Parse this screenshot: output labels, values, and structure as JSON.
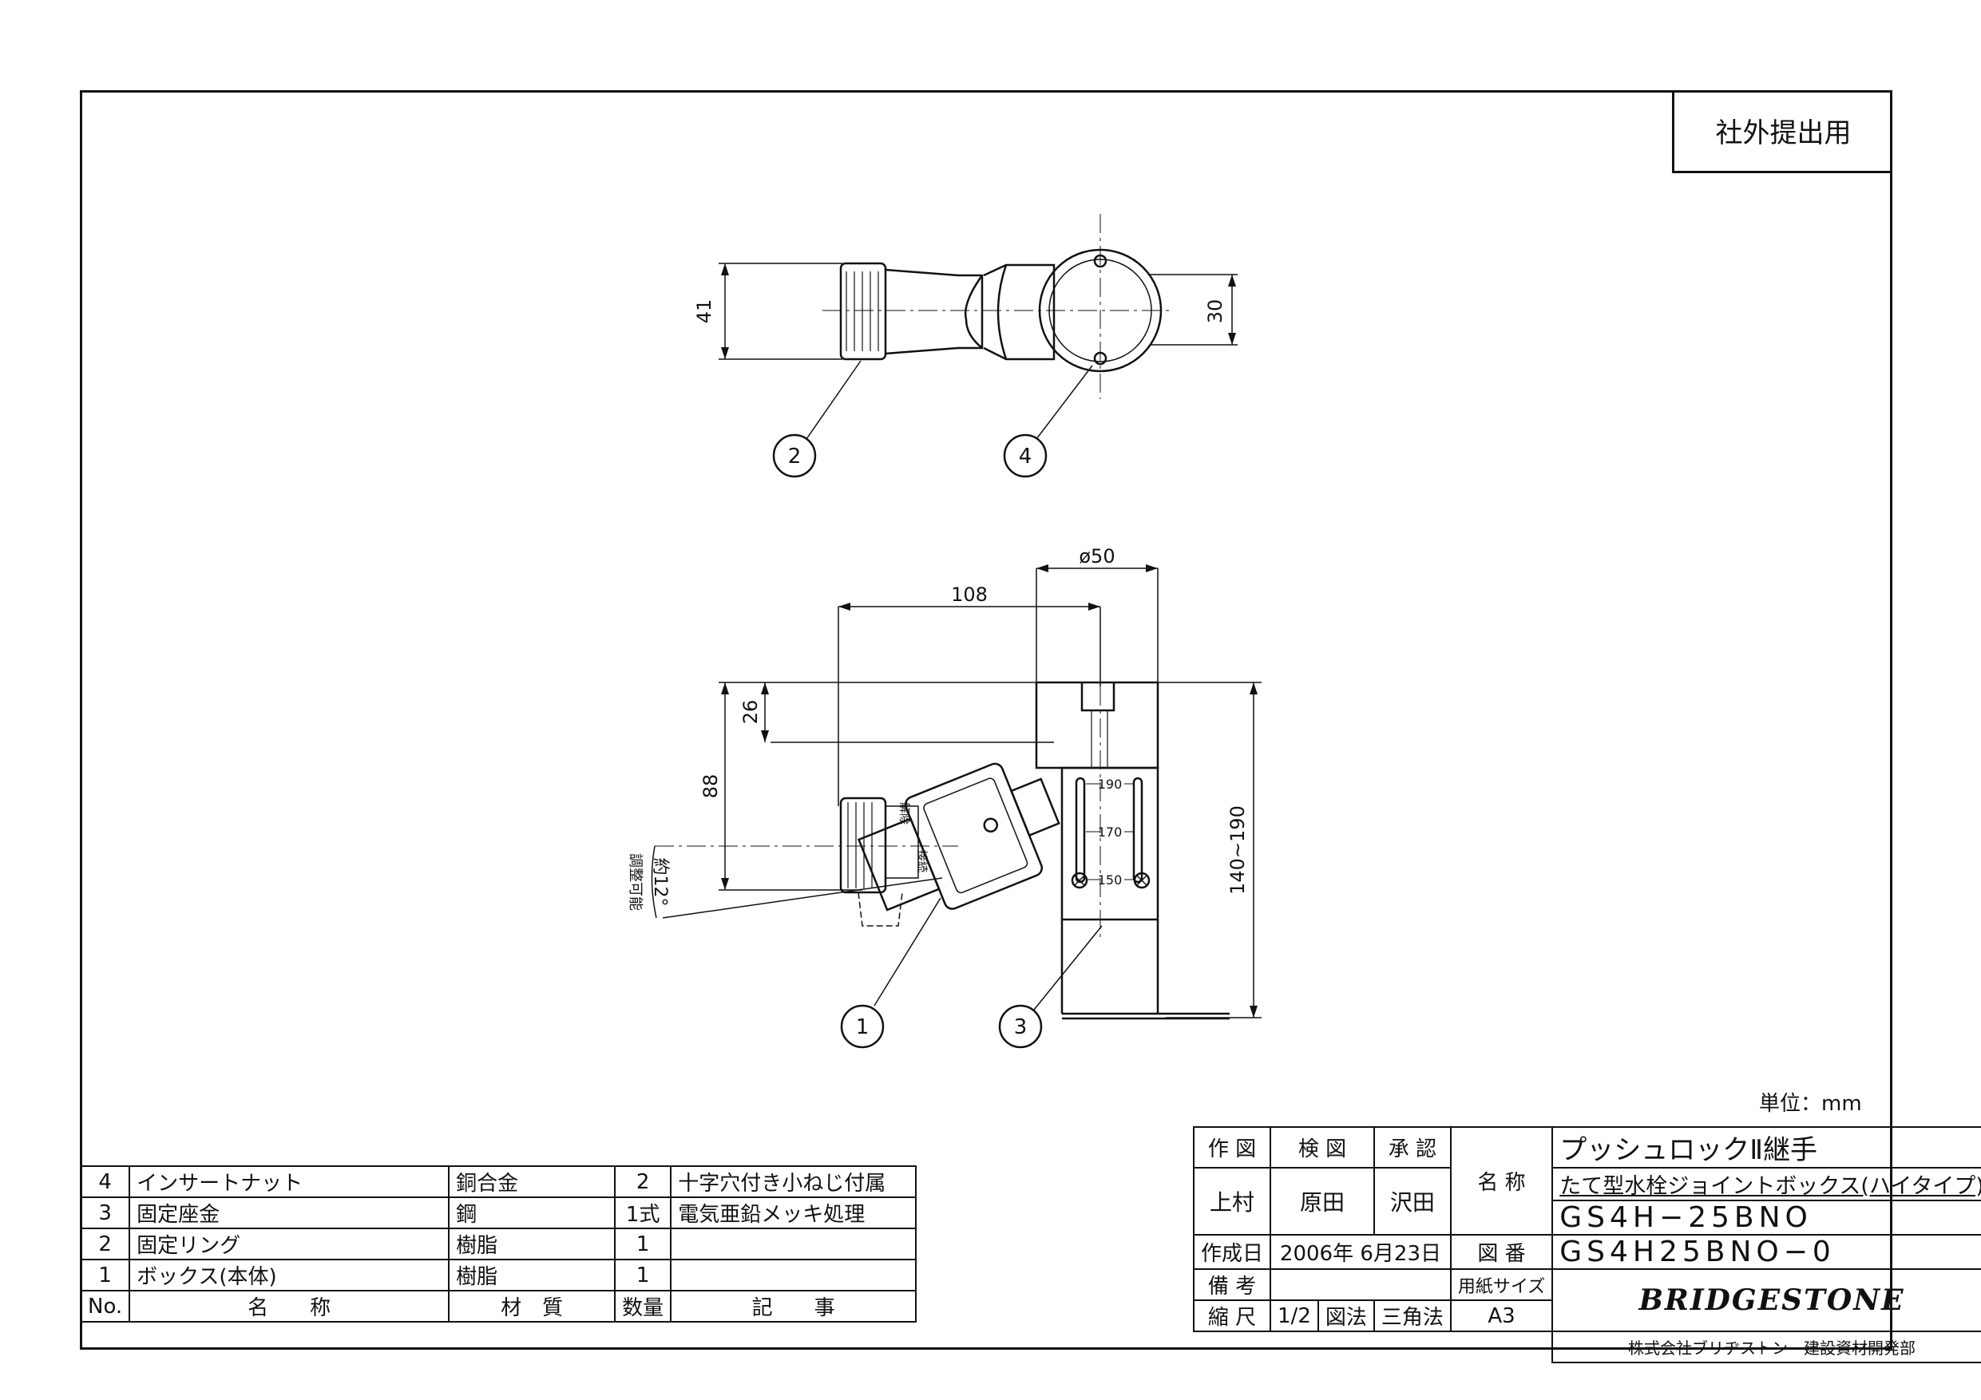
{
  "stamp_label": "社外提出用",
  "unit_label": "単位：mm",
  "callouts": [
    "1",
    "2",
    "3",
    "4"
  ],
  "dimensions": {
    "top_height": "41",
    "top_right": "30",
    "diameter": "ø50",
    "length": "108",
    "d26": "26",
    "d88": "88",
    "height_range": "140~190",
    "angle": "約12°",
    "angle_note": "調整可能",
    "scale_marks": [
      "190",
      "170",
      "150"
    ],
    "adjust_note_a": "解除",
    "adjust_note_b": "接続"
  },
  "parts_table": {
    "headers": [
      "No.",
      "名　　称",
      "材　質",
      "数量",
      "記　　事"
    ],
    "rows": [
      {
        "no": "4",
        "name": "インサートナット",
        "material": "銅合金",
        "qty": "2",
        "note": "十字穴付き小ねじ付属"
      },
      {
        "no": "3",
        "name": "固定座金",
        "material": "鋼",
        "qty": "1式",
        "note": "電気亜鉛メッキ処理"
      },
      {
        "no": "2",
        "name": "固定リング",
        "material": "樹脂",
        "qty": "1",
        "note": ""
      },
      {
        "no": "1",
        "name": "ボックス(本体)",
        "material": "樹脂",
        "qty": "1",
        "note": ""
      }
    ]
  },
  "title_block": {
    "drawn_label": "作 図",
    "checked_label": "検 図",
    "approved_label": "承 認",
    "drawn_by": "上村",
    "checked_by": "原田",
    "approved_by": "沢田",
    "name_label": "名 称",
    "title_line1": "プッシュロックⅡ継手",
    "title_line2": "たて型水栓ジョイントボックス(ハイタイプ)",
    "model": "GS4H−25BNO",
    "created_label": "作成日",
    "created_date": "2006年 6月23日",
    "drawing_no_label": "図 番",
    "drawing_no": "GS4H25BNO−0",
    "remarks_label": "備 考",
    "paper_label": "用紙サイズ",
    "scale_label": "縮 尺",
    "scale_value": "1/2",
    "method_label": "図法",
    "method_value": "三角法",
    "paper_value": "A3",
    "brand": "BRIDGESTONE",
    "company": "株式会社ブリヂストン　建設資材開発部"
  }
}
